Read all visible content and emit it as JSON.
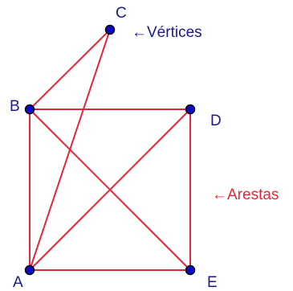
{
  "graph": {
    "vertices": [
      {
        "id": "A",
        "label": "A"
      },
      {
        "id": "B",
        "label": "B"
      },
      {
        "id": "C",
        "label": "C"
      },
      {
        "id": "D",
        "label": "D"
      },
      {
        "id": "E",
        "label": "E"
      }
    ],
    "edges": [
      [
        "B",
        "C"
      ],
      [
        "A",
        "C"
      ],
      [
        "B",
        "D"
      ],
      [
        "A",
        "B"
      ],
      [
        "D",
        "E"
      ],
      [
        "A",
        "E"
      ],
      [
        "B",
        "E"
      ],
      [
        "A",
        "D"
      ]
    ]
  },
  "annotations": {
    "vertices_label": "←Vértices",
    "edges_label": "←Arestas"
  },
  "colors": {
    "edge": "#e0283a",
    "vertex_fill": "#0a0ac8",
    "vertex_stroke": "#000000",
    "label_text": "#1a1a8c",
    "edge_annotation": "#e0283a"
  }
}
